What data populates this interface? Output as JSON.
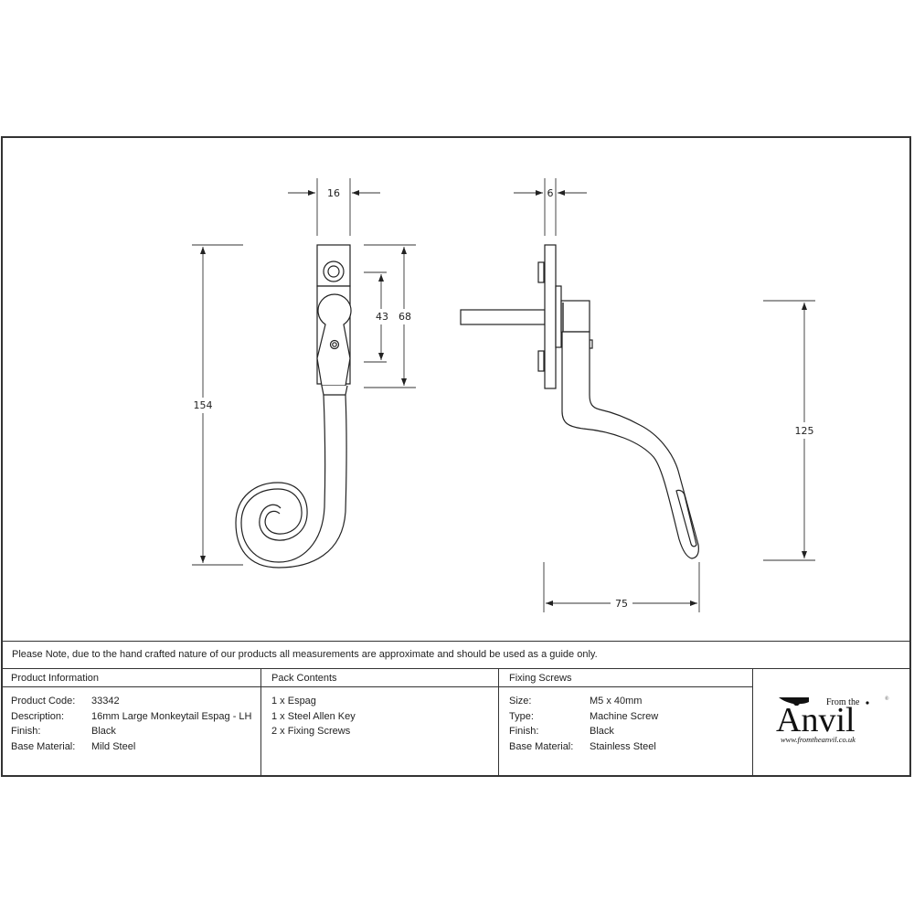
{
  "drawing": {
    "front_view": {
      "dimensions": {
        "width": "16",
        "overall_height": "154",
        "backplate_height": "68",
        "fixing_centres": "43"
      }
    },
    "side_view": {
      "dimensions": {
        "plate_thickness": "6",
        "handle_drop": "125",
        "handle_projection": "75"
      }
    }
  },
  "note": "Please Note, due to the hand crafted nature of our products all measurements are approximate and should be used as a guide only.",
  "product_information": {
    "heading": "Product Information",
    "rows": [
      {
        "label": "Product Code:",
        "value": "33342"
      },
      {
        "label": "Description:",
        "value": "16mm Large Monkeytail Espag - LH"
      },
      {
        "label": "Finish:",
        "value": "Black"
      },
      {
        "label": "Base Material:",
        "value": "Mild Steel"
      }
    ]
  },
  "pack_contents": {
    "heading": "Pack Contents",
    "items": [
      "1 x Espag",
      "1 x Steel Allen Key",
      "2 x Fixing Screws"
    ]
  },
  "fixing_screws": {
    "heading": "Fixing Screws",
    "rows": [
      {
        "label": "Size:",
        "value": "M5 x 40mm"
      },
      {
        "label": "Type:",
        "value": "Machine Screw"
      },
      {
        "label": "Finish:",
        "value": "Black"
      },
      {
        "label": "Base Material:",
        "value": "Stainless Steel"
      }
    ]
  },
  "logo": {
    "brand_small": "From the",
    "brand_large": "Anvil",
    "registered": "®",
    "url": "www.fromtheanvil.co.uk"
  }
}
